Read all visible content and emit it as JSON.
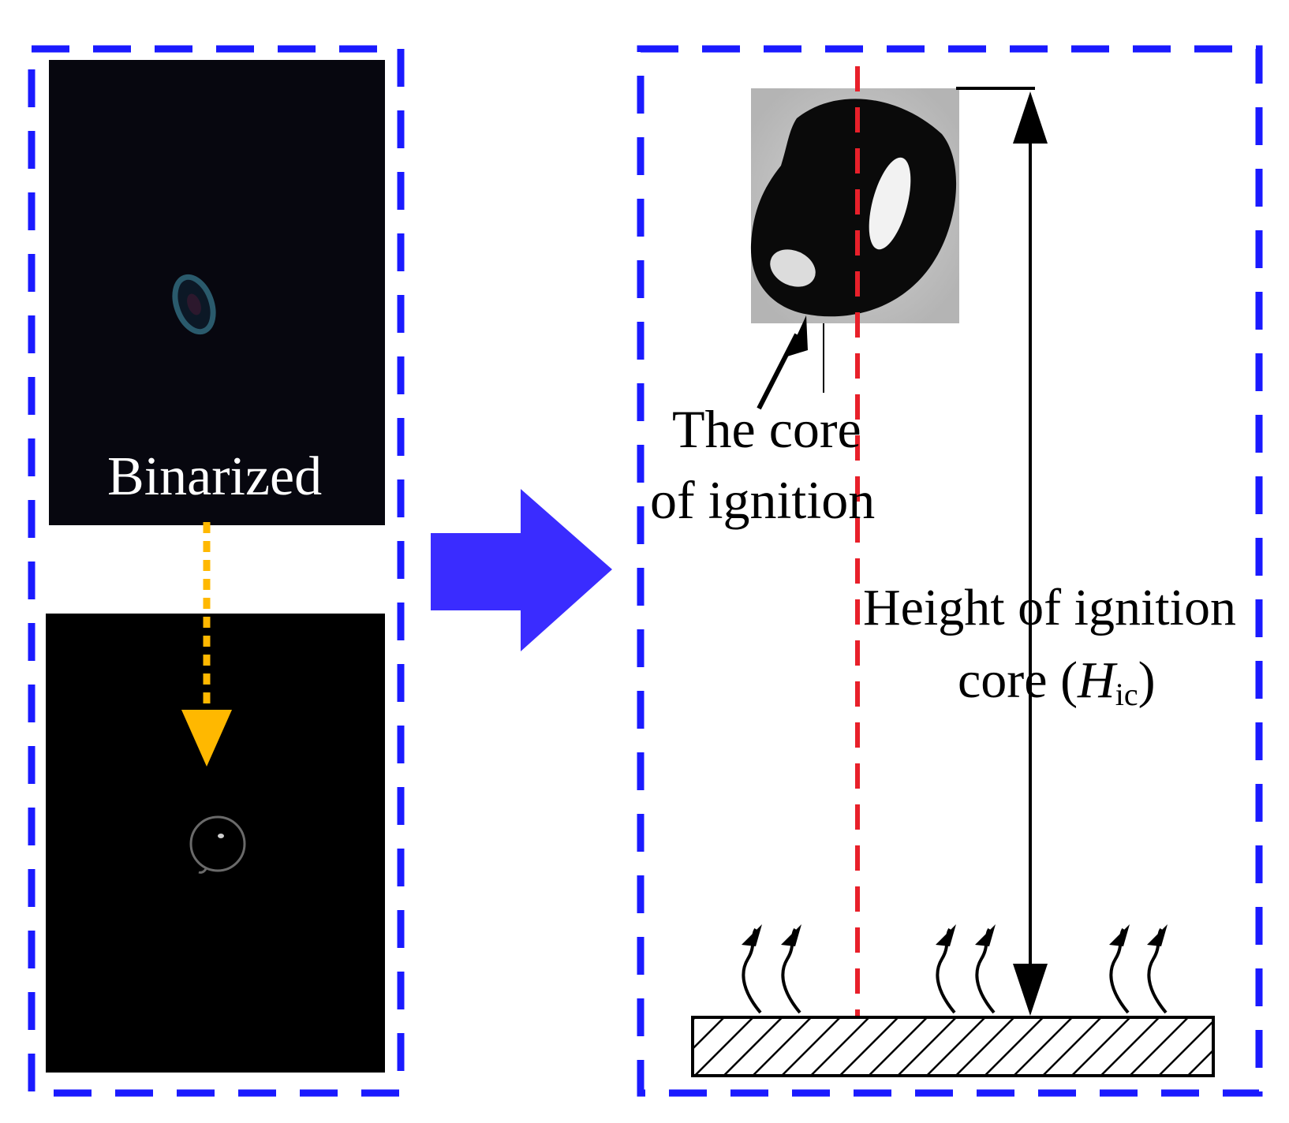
{
  "colors": {
    "panel_border": "#1a1aff",
    "flow_arrow": "#3a2cff",
    "binarize_arrow": "#ffb800",
    "centerline": "#e8202a",
    "raw_frame_bg": "#07070f",
    "binary_frame_bg": "#000000"
  },
  "left_panel": {
    "binarize_label": "Binarized"
  },
  "right_panel": {
    "core_label": {
      "line1": "The core",
      "line2": "of ignition"
    },
    "height_label": {
      "line1": "Height of ignition",
      "line2_prefix": "core (",
      "symbol": "H",
      "subscript": "ic",
      "line2_suffix": ")"
    }
  }
}
